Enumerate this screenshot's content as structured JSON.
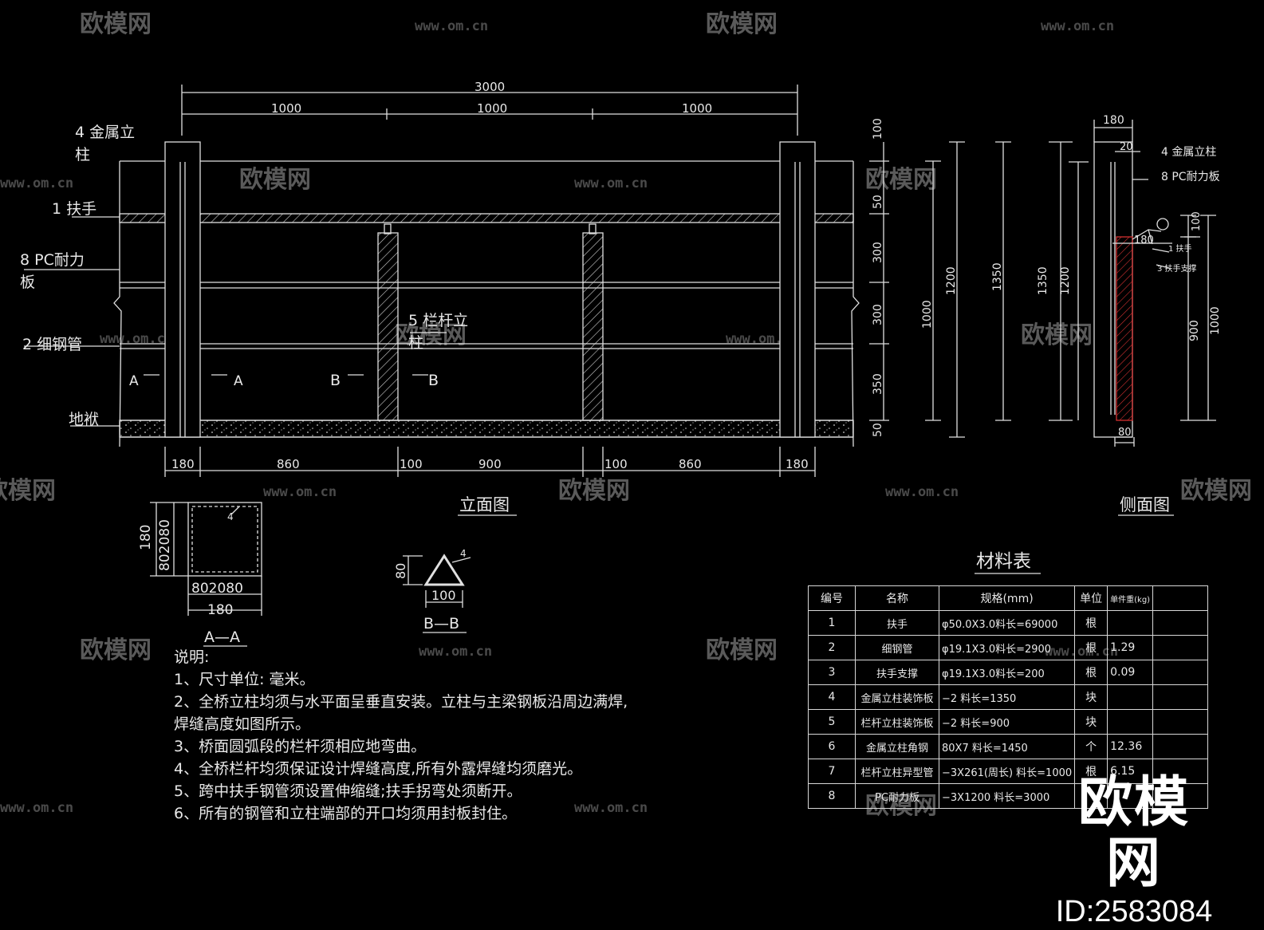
{
  "watermark": {
    "logo_text": "欧模网",
    "url": "www.om.cn"
  },
  "brand": {
    "name": "欧模网",
    "id": "ID:2583084"
  },
  "elevation": {
    "title": "立面图",
    "dims_top": {
      "total": "3000",
      "seg1": "1000",
      "seg2": "1000",
      "seg3": "1000"
    },
    "dims_bottom": [
      "180",
      "860",
      "100",
      "900",
      "100",
      "860",
      "180"
    ],
    "dims_right": {
      "d100": "100",
      "d50": "50",
      "d300a": "300",
      "d300b": "300",
      "d350": "350",
      "d50b": "50",
      "d1000": "1000",
      "d1200": "1200",
      "d1350": "1350"
    },
    "labels": {
      "post": "4  金属立",
      "post2": "柱",
      "handrail": "1  扶手",
      "pc": "8  PC耐力",
      "pc2": "板",
      "pipe": "2  细钢管",
      "baluster": "5  栏杆立",
      "baluster2": "柱",
      "plinth": "地袱",
      "secA1": "A",
      "secA2": "A",
      "secB1": "B",
      "secB2": "B"
    }
  },
  "side": {
    "title": "侧面图",
    "dims": {
      "w180": "180",
      "d20": "20",
      "h1350": "1350",
      "h1200": "1200",
      "h180": "180",
      "h100": "100",
      "h900": "900",
      "h1000": "1000",
      "b80": "80"
    },
    "labels": {
      "post": "4  金属立柱",
      "pc": "8  PC耐力板",
      "handrail": "1  扶手",
      "support": "3  扶手支撑"
    }
  },
  "section_aa": {
    "title": "A—A",
    "dim_h": "180",
    "dim_hsub": "802080",
    "dim_w": "180",
    "dim_wsub": "802080",
    "tag": "4"
  },
  "section_bb": {
    "title": "B—B",
    "dim_h": "80",
    "dim_w": "100",
    "tag": "4"
  },
  "notes": {
    "title": "说明:",
    "items": [
      "1、尺寸单位: 毫米。",
      "2、全桥立柱均须与水平面呈垂直安装。立柱与主梁钢板沿周边满焊,",
      "    焊缝高度如图所示。",
      "3、桥面圆弧段的栏杆须相应地弯曲。",
      "4、全桥栏杆均须保证设计焊缝高度,所有外露焊缝均须磨光。",
      "5、跨中扶手钢管须设置伸缩缝;扶手拐弯处须断开。",
      "6、所有的钢管和立柱端部的开口均须用封板封住。"
    ]
  },
  "materials": {
    "title": "材料表",
    "headers": [
      "编号",
      "名称",
      "规格(mm)",
      "单位",
      "单件重(kg)",
      ""
    ],
    "rows": [
      [
        "1",
        "扶手",
        "φ50.0X3.0料长=69000",
        "根",
        "",
        ""
      ],
      [
        "2",
        "细钢管",
        "φ19.1X3.0料长=2900",
        "根",
        "1.29",
        ""
      ],
      [
        "3",
        "扶手支撑",
        "φ19.1X3.0料长=200",
        "根",
        "0.09",
        ""
      ],
      [
        "4",
        "金属立柱装饰板",
        "−2          料长=1350",
        "块",
        "",
        ""
      ],
      [
        "5",
        "栏杆立柱装饰板",
        "−2          料长=900",
        "块",
        "",
        ""
      ],
      [
        "6",
        "金属立柱角钢",
        "80X7        料长=1450",
        "个",
        "12.36",
        ""
      ],
      [
        "7",
        "栏杆立柱异型管",
        "−3X261(周长) 料长=1000",
        "根",
        "6.15",
        ""
      ],
      [
        "8",
        "PC耐力板",
        "−3X1200  料长=3000",
        "",
        "",
        ""
      ]
    ]
  }
}
